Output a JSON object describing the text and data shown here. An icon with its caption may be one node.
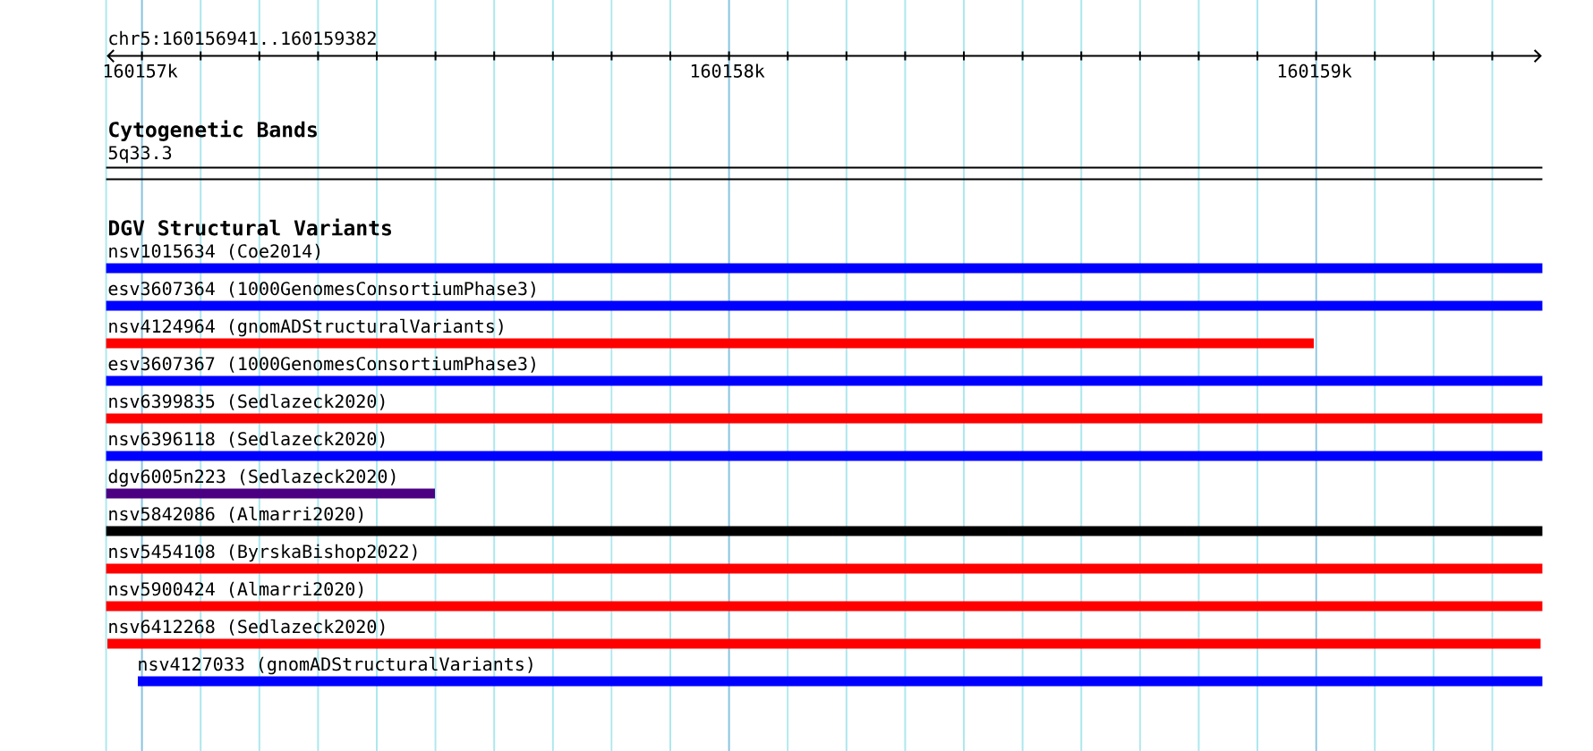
{
  "diagram": {
    "nodes": [
      {
        "text": [
          "5q33.3"
        ]
      },
      {
        "text": [
          "nsv1015634 (Coe2014)"
        ]
      },
      {
        "text": [
          "esv3607364 (1000GenomesConsortiumPhase3)"
        ]
      },
      {
        "text": [
          "nsv4124964 (gnomADStructuralVariants)"
        ]
      },
      {
        "text": [
          "esv3607367 (1000GenomesConsortiumPhase3)"
        ]
      },
      {
        "text": [
          "nsv6399835 (Sedlazeck2020)"
        ]
      },
      {
        "text": [
          "nsv6396118 (Sedlazeck2020)"
        ]
      },
      {
        "text": [
          "dgv6005n223 (Sedlazeck2020)"
        ]
      },
      {
        "text": [
          "nsv5842086 (Almarri2020)"
        ]
      },
      {
        "text": [
          "nsv5454108 (ByrskaBishop2022)"
        ]
      },
      {
        "text": [
          "nsv5900424 (Almarri2020)"
        ]
      },
      {
        "text": [
          "nsv6412268 (Sedlazeck2020)"
        ]
      },
      {
        "text": [
          "nsv4127033 (gnomADStructuralVariants)"
        ]
      }
    ],
    "labels": [
      "chr5:160156941..160159382",
      "160157k",
      "160158k",
      "160159k",
      "Cytogenetic Bands",
      "DGV Structural Variants"
    ]
  }
}
